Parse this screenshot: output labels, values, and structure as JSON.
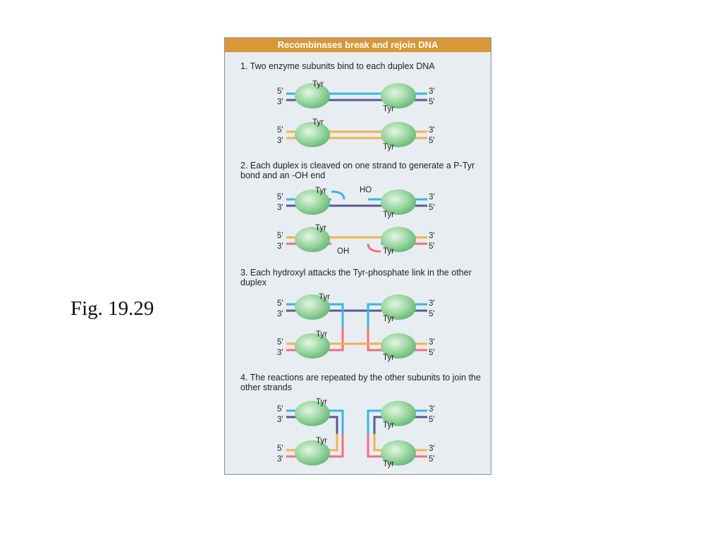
{
  "figure_label": "Fig. 19.29",
  "panel": {
    "title": "Recombinases break and rejoin DNA",
    "steps": [
      {
        "text": "1. Two enzyme subunits bind to each duplex DNA"
      },
      {
        "text": "2. Each duplex is cleaved on one strand to generate a P-Tyr bond and an -OH end"
      },
      {
        "text": "3. Each hydroxyl attacks the Tyr-phosphate link in the other duplex"
      },
      {
        "text": "4. The reactions are repeated by the other subunits to join the other strands"
      }
    ]
  },
  "labels": {
    "five_prime": "5'",
    "three_prime": "3'",
    "tyr": "Tyr",
    "ho": "HO",
    "oh": "OH"
  },
  "colors": {
    "header": "#d9973a",
    "panel_bg": "#e8edf1",
    "strand_cyan": "#35b6e6",
    "strand_navy": "#555b96",
    "strand_orange": "#f2b24a",
    "strand_red": "#f2707a",
    "subunit_green": "#8fd19a"
  }
}
